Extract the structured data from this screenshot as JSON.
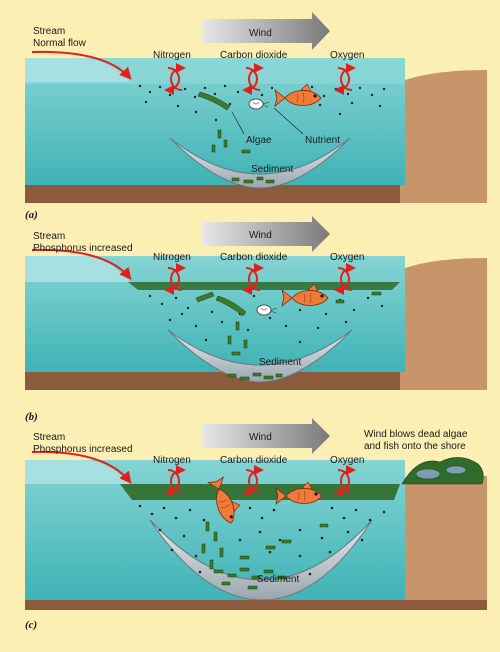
{
  "panels": [
    {
      "id": "a",
      "panel_label": "(a)",
      "stream_line1": "Stream",
      "stream_line2": "Normal flow",
      "wind": "Wind",
      "gases": [
        "Nitrogen",
        "Carbon dioxide",
        "Oxygen"
      ],
      "callouts": [
        "Algae",
        "Nutrient"
      ],
      "sediment": "Sediment"
    },
    {
      "id": "b",
      "panel_label": "(b)",
      "stream_line1": "Stream",
      "stream_line2": "Phosphorus increased",
      "wind": "Wind",
      "gases": [
        "Nitrogen",
        "Carbon dioxide",
        "Oxygen"
      ],
      "sediment": "Sediment"
    },
    {
      "id": "c",
      "panel_label": "(c)",
      "stream_line1": "Stream",
      "stream_line2": "Phosphorus increased",
      "wind": "Wind",
      "gases": [
        "Nitrogen",
        "Carbon dioxide",
        "Oxygen"
      ],
      "sediment": "Sediment",
      "shore_note_line1": "Wind blows dead algae",
      "shore_note_line2": "and fish onto the shore"
    }
  ],
  "colors": {
    "background": "#fbefb4",
    "water": "#5bc3c5",
    "water_light": "#8fd8d8",
    "ground": "#8c5a3c",
    "shore": "#c8946a",
    "stream_arrow": "#e0201a",
    "gas_cycle": "#e0201a",
    "algae": "#3d7a2a",
    "algae_mat": "#2f6b2a",
    "fish": "#f07a3a",
    "wind_arrow": "#8a8a8a",
    "sediment_basin": "#c9d2d8"
  }
}
